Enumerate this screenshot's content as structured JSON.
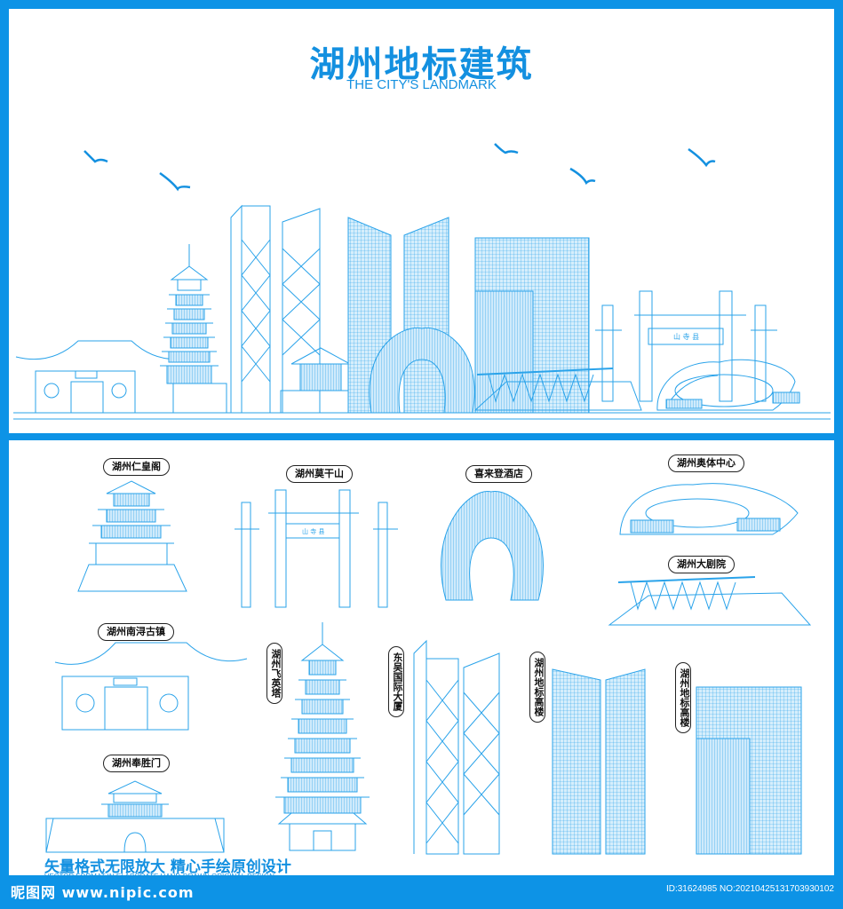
{
  "header": {
    "title": "湖州地标建筑",
    "subtitle": "THE CITY'S LANDMARK"
  },
  "labels": {
    "renhuang": "湖州仁皇阁",
    "moganshan": "湖州莫干山",
    "sheraton": "喜来登酒店",
    "olympic": "湖州奥体中心",
    "theatre": "湖州大剧院",
    "nanxun": "湖州南浔古镇",
    "feiying": "湖州飞英塔",
    "dongwu": "东吴国际大厦",
    "highrise1": "湖州地标高楼",
    "highrise2": "湖州地标高楼",
    "fengsheng": "湖州奉胜门"
  },
  "footer": {
    "slogan": "矢量格式无限放大  精心手绘原创设计",
    "slogan_sub": "VECTOR FORMAT IN ELABORATE HAND-DRAWN ORIGINAL DESIGN",
    "watermark": "昵图网 www.nipic.com",
    "image_id": "ID:31624985 NO:20210425131703930102"
  },
  "colors": {
    "frame": "#0d93e6",
    "accent": "#1390e0",
    "line": "#2aa3ea",
    "fill": "#aedcf7"
  }
}
